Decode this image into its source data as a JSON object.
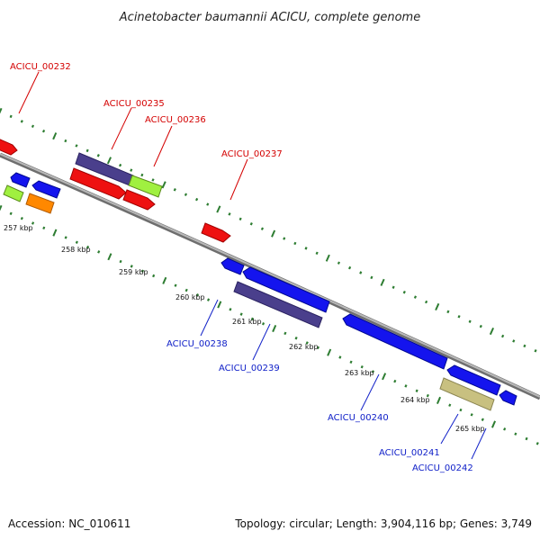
{
  "title": "Acinetobacter baumannii ACICU, complete genome",
  "footer": {
    "accession": "Accession: NC_010611",
    "summary": "Topology: circular; Length: 3,904,116 bp; Genes: 3,749"
  },
  "scale": {
    "unit_labels": [
      "257 kbp",
      "258 kbp",
      "259 kbp",
      "260 kbp",
      "261 kbp",
      "262 kbp",
      "263 kbp",
      "264 kbp",
      "265 kbp"
    ]
  },
  "colors": {
    "backbone": "#8c8c8c",
    "tick": "#2e7d32",
    "forward_label": "#d40000",
    "reverse_label": "#1020c8",
    "red_feature": "#ee1111",
    "blue_feature": "#1414ee",
    "purple_feature": "#4a3f8c",
    "lime_feature": "#a0f040",
    "orange_feature": "#ff8800",
    "khaki_feature": "#c8c080"
  },
  "labels": {
    "forward": [
      {
        "id": "ACICU_00232"
      },
      {
        "id": "ACICU_00235"
      },
      {
        "id": "ACICU_00236"
      },
      {
        "id": "ACICU_00237"
      }
    ],
    "reverse": [
      {
        "id": "ACICU_00238"
      },
      {
        "id": "ACICU_00239"
      },
      {
        "id": "ACICU_00240"
      },
      {
        "id": "ACICU_00241"
      },
      {
        "id": "ACICU_00242"
      }
    ]
  }
}
